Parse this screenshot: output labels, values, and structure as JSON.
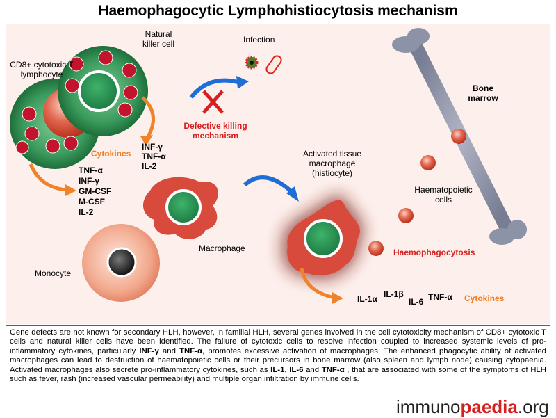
{
  "title": "Haemophagocytic Lymphohistiocytosis mechanism",
  "labels": {
    "cd8": "CD8+ cytotoxic T lymphocyte",
    "nk": "Natural killer cell",
    "infection": "Infection",
    "defective": "Defective killing mechanism",
    "bone_marrow": "Bone marrow",
    "cytokines_left": "Cytokines",
    "cyto_list_a": [
      "INF-γ",
      "TNF-α",
      "IL-2"
    ],
    "cyto_list_b": [
      "TNF-α",
      "INF-γ",
      "GM-CSF",
      "M-CSF",
      "IL-2"
    ],
    "activated": "Activated tissue macrophage (histiocyte)",
    "haematopoietic": "Haematopoietic cells",
    "haemophago": "Haemophagocytosis",
    "macrophage": "Macrophage",
    "monocyte": "Monocyte",
    "il1a": "IL-1α",
    "il1b": "IL-1β",
    "il6": "IL-6",
    "tnfa": "TNF-α",
    "cytokines_right": "Cytokines"
  },
  "description": {
    "p1": "Gene defects are not known for secondary HLH, however, in familial HLH, several genes involved in the cell cytotoxicity mechanism of CD8+ cytotoxic T cells and natural killer cells have been identified. The failure of cytotoxic cells to resolve infection coupled to increased systemic levels of pro-inflammatory cytokines, particularly ",
    "b1": "INF-γ",
    "p2": " and ",
    "b2": "TNF-α",
    "p3": ", promotes excessive activation of macrophages. The enhanced phagocytic ability of activated macrophages can lead to destruction of haematopoietic cells or their precursors in bone marrow (also spleen and lymph node) causing cytopaenia. Activated macrophages also secrete pro-inflammatory cytokines, such as ",
    "b3": "IL-1",
    "p4": ", ",
    "b4": "IL-6",
    "p5": " and ",
    "b5": "TNF-α",
    "p6": " , that are associated with some of the symptoms of HLH such as fever, rash (increased vascular permeability) and multiple organ infiltration by immune cells."
  },
  "logo": {
    "pre": "immuno",
    "mid": "paedia",
    "post": ".org"
  },
  "colors": {
    "cell_green": "#2e8b4e",
    "macrophage_red": "#d84b3c",
    "arrow_orange": "#f0832a",
    "arrow_blue": "#1e6ed8",
    "accent_red": "#d62020"
  }
}
